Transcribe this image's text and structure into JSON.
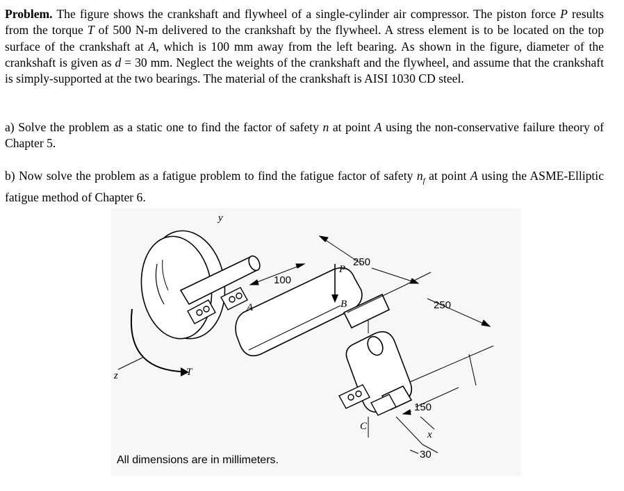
{
  "problem": {
    "label": "Problem.",
    "s1": " The figure shows the crankshaft and flywheel of a single-cylinder air compressor. The piston force ",
    "P": "P",
    "s2": " results from the torque ",
    "T": "T",
    "s3": " of 500 N-m delivered to the crankshaft by the flywheel. A stress element is to be located on the top surface of the crankshaft at ",
    "A": "A",
    "s4": ", which is 100 mm away from the left bearing. As shown in the figure, diameter of the crankshaft is given as ",
    "d": "d",
    "s5": " = 30 mm. Neglect the weights of the crankshaft and the flywheel, and assume that the crankshaft is simply-supported at the two bearings. The material of the crankshaft is AISI 1030 CD steel."
  },
  "part_a": {
    "s1": "a) Solve the problem as a static one to find the factor of safety ",
    "n": "n",
    "s2": " at point ",
    "A": "A",
    "s3": " using the non-conservative failure theory of Chapter 5."
  },
  "part_b": {
    "s1": "b) Now solve the problem as a fatigue problem to find the fatigue factor of safety ",
    "nf": "n",
    "nf_sub": "f",
    "s2": " at point ",
    "A": "A",
    "s3": " using the ASME-Elliptic fatigue method of Chapter 6."
  },
  "figure": {
    "dim_100": "100",
    "dim_250_top": "250",
    "dim_250_right": "250",
    "dim_150": "150",
    "dim_30": "30",
    "label_y": "y",
    "label_z": "z",
    "label_x": "x",
    "label_P": "P",
    "label_T": "T",
    "label_A": "A",
    "label_B": "B",
    "label_C": "C",
    "caption": "All dimensions are in millimeters."
  }
}
